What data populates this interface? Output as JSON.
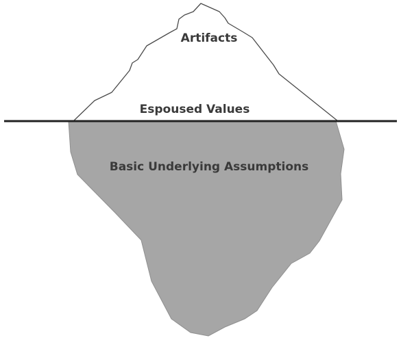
{
  "diagram": {
    "labels": {
      "artifacts": "Artifacts",
      "espoused_values": "Espoused Values",
      "basic_assumptions": "Basic Underlying Assumptions"
    },
    "colors": {
      "background": "#ffffff",
      "tip_fill": "#ffffff",
      "tip_outline": "#4a4a4a",
      "submerged_fill": "#a6a6a6",
      "waterline": "#222222",
      "text": "#3a3a3a"
    }
  }
}
